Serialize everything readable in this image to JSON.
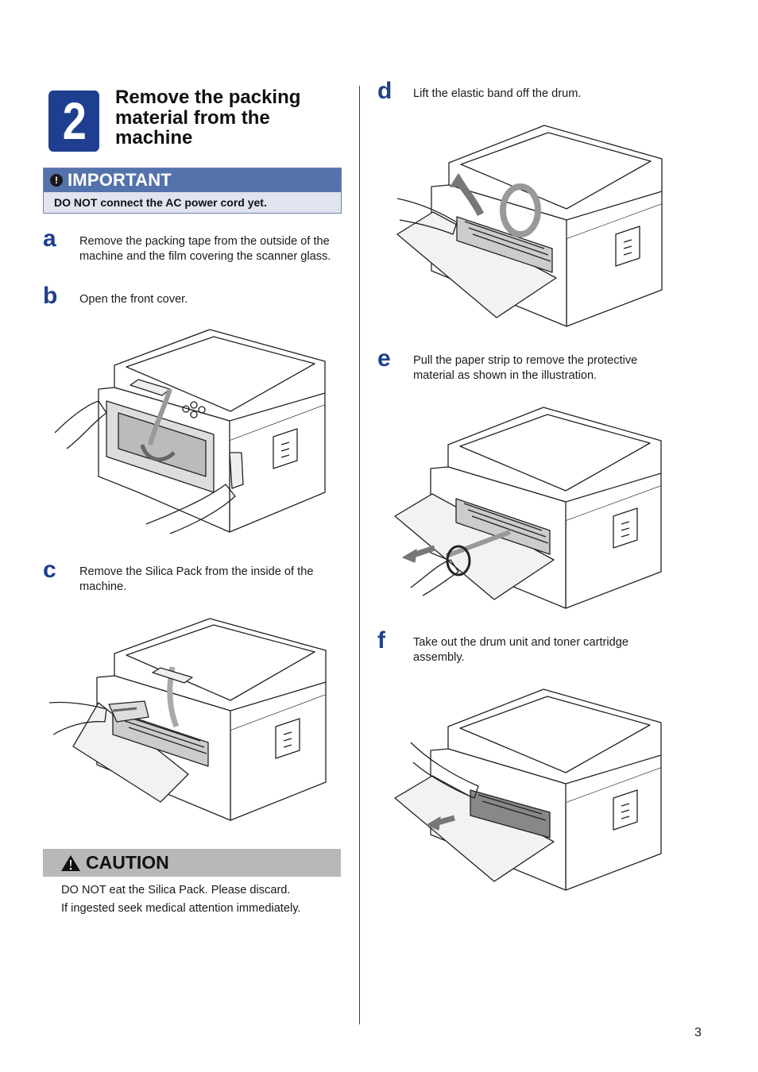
{
  "step": {
    "number": "2",
    "title": "Remove the packing material from the machine"
  },
  "important": {
    "label": "IMPORTANT",
    "text": "DO NOT connect the AC power cord yet."
  },
  "steps": [
    {
      "letter": "a",
      "text": "Remove the packing tape from the outside of the machine and the film covering the scanner glass."
    },
    {
      "letter": "b",
      "text": "Open the front cover."
    },
    {
      "letter": "c",
      "text": "Remove the Silica Pack from the inside of the machine."
    },
    {
      "letter": "d",
      "text": "Lift the elastic band off the drum."
    },
    {
      "letter": "e",
      "text": "Pull the paper strip to remove the protective material as shown in the illustration."
    },
    {
      "letter": "f",
      "text": "Take out the drum unit and toner cartridge assembly."
    }
  ],
  "caution": {
    "label": "CAUTION",
    "line1": "DO NOT eat the Silica Pack. Please discard.",
    "line2": "If ingested seek medical attention immediately."
  },
  "page_number": "3",
  "colors": {
    "brand_blue": "#1e3f8f",
    "important_header": "#5472ab",
    "important_body": "#dfe4ee",
    "caution_bar": "#b8b8b8"
  }
}
